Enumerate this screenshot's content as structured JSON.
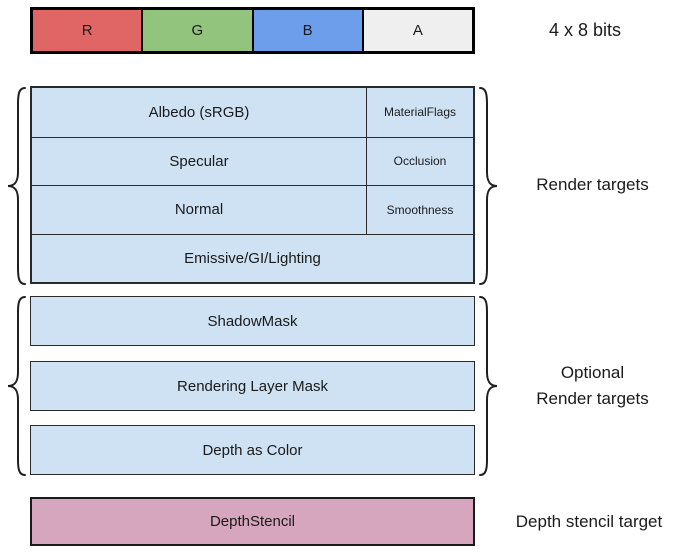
{
  "format_bar": {
    "channels": [
      {
        "label": "R",
        "color": "#e06666"
      },
      {
        "label": "G",
        "color": "#93c47d"
      },
      {
        "label": "B",
        "color": "#6d9eeb"
      },
      {
        "label": "A",
        "color": "#efefef"
      }
    ],
    "bits_label": "4 x 8 bits"
  },
  "render_targets": {
    "label": "Render targets",
    "fill_color": "#cfe2f3",
    "rows": [
      {
        "main": "Albedo (sRGB)",
        "alpha": "MaterialFlags"
      },
      {
        "main": "Specular",
        "alpha": "Occlusion"
      },
      {
        "main": "Normal",
        "alpha": "Smoothness"
      },
      {
        "main": "Emissive/GI/Lighting"
      }
    ]
  },
  "optional_targets": {
    "label_line1": "Optional",
    "label_line2": "Render targets",
    "fill_color": "#cfe2f3",
    "items": [
      "ShadowMask",
      "Rendering Layer Mask",
      "Depth as Color"
    ]
  },
  "depth_stencil": {
    "box_label": "DepthStencil",
    "label": "Depth stencil target",
    "fill_color": "#d5a6bd"
  }
}
